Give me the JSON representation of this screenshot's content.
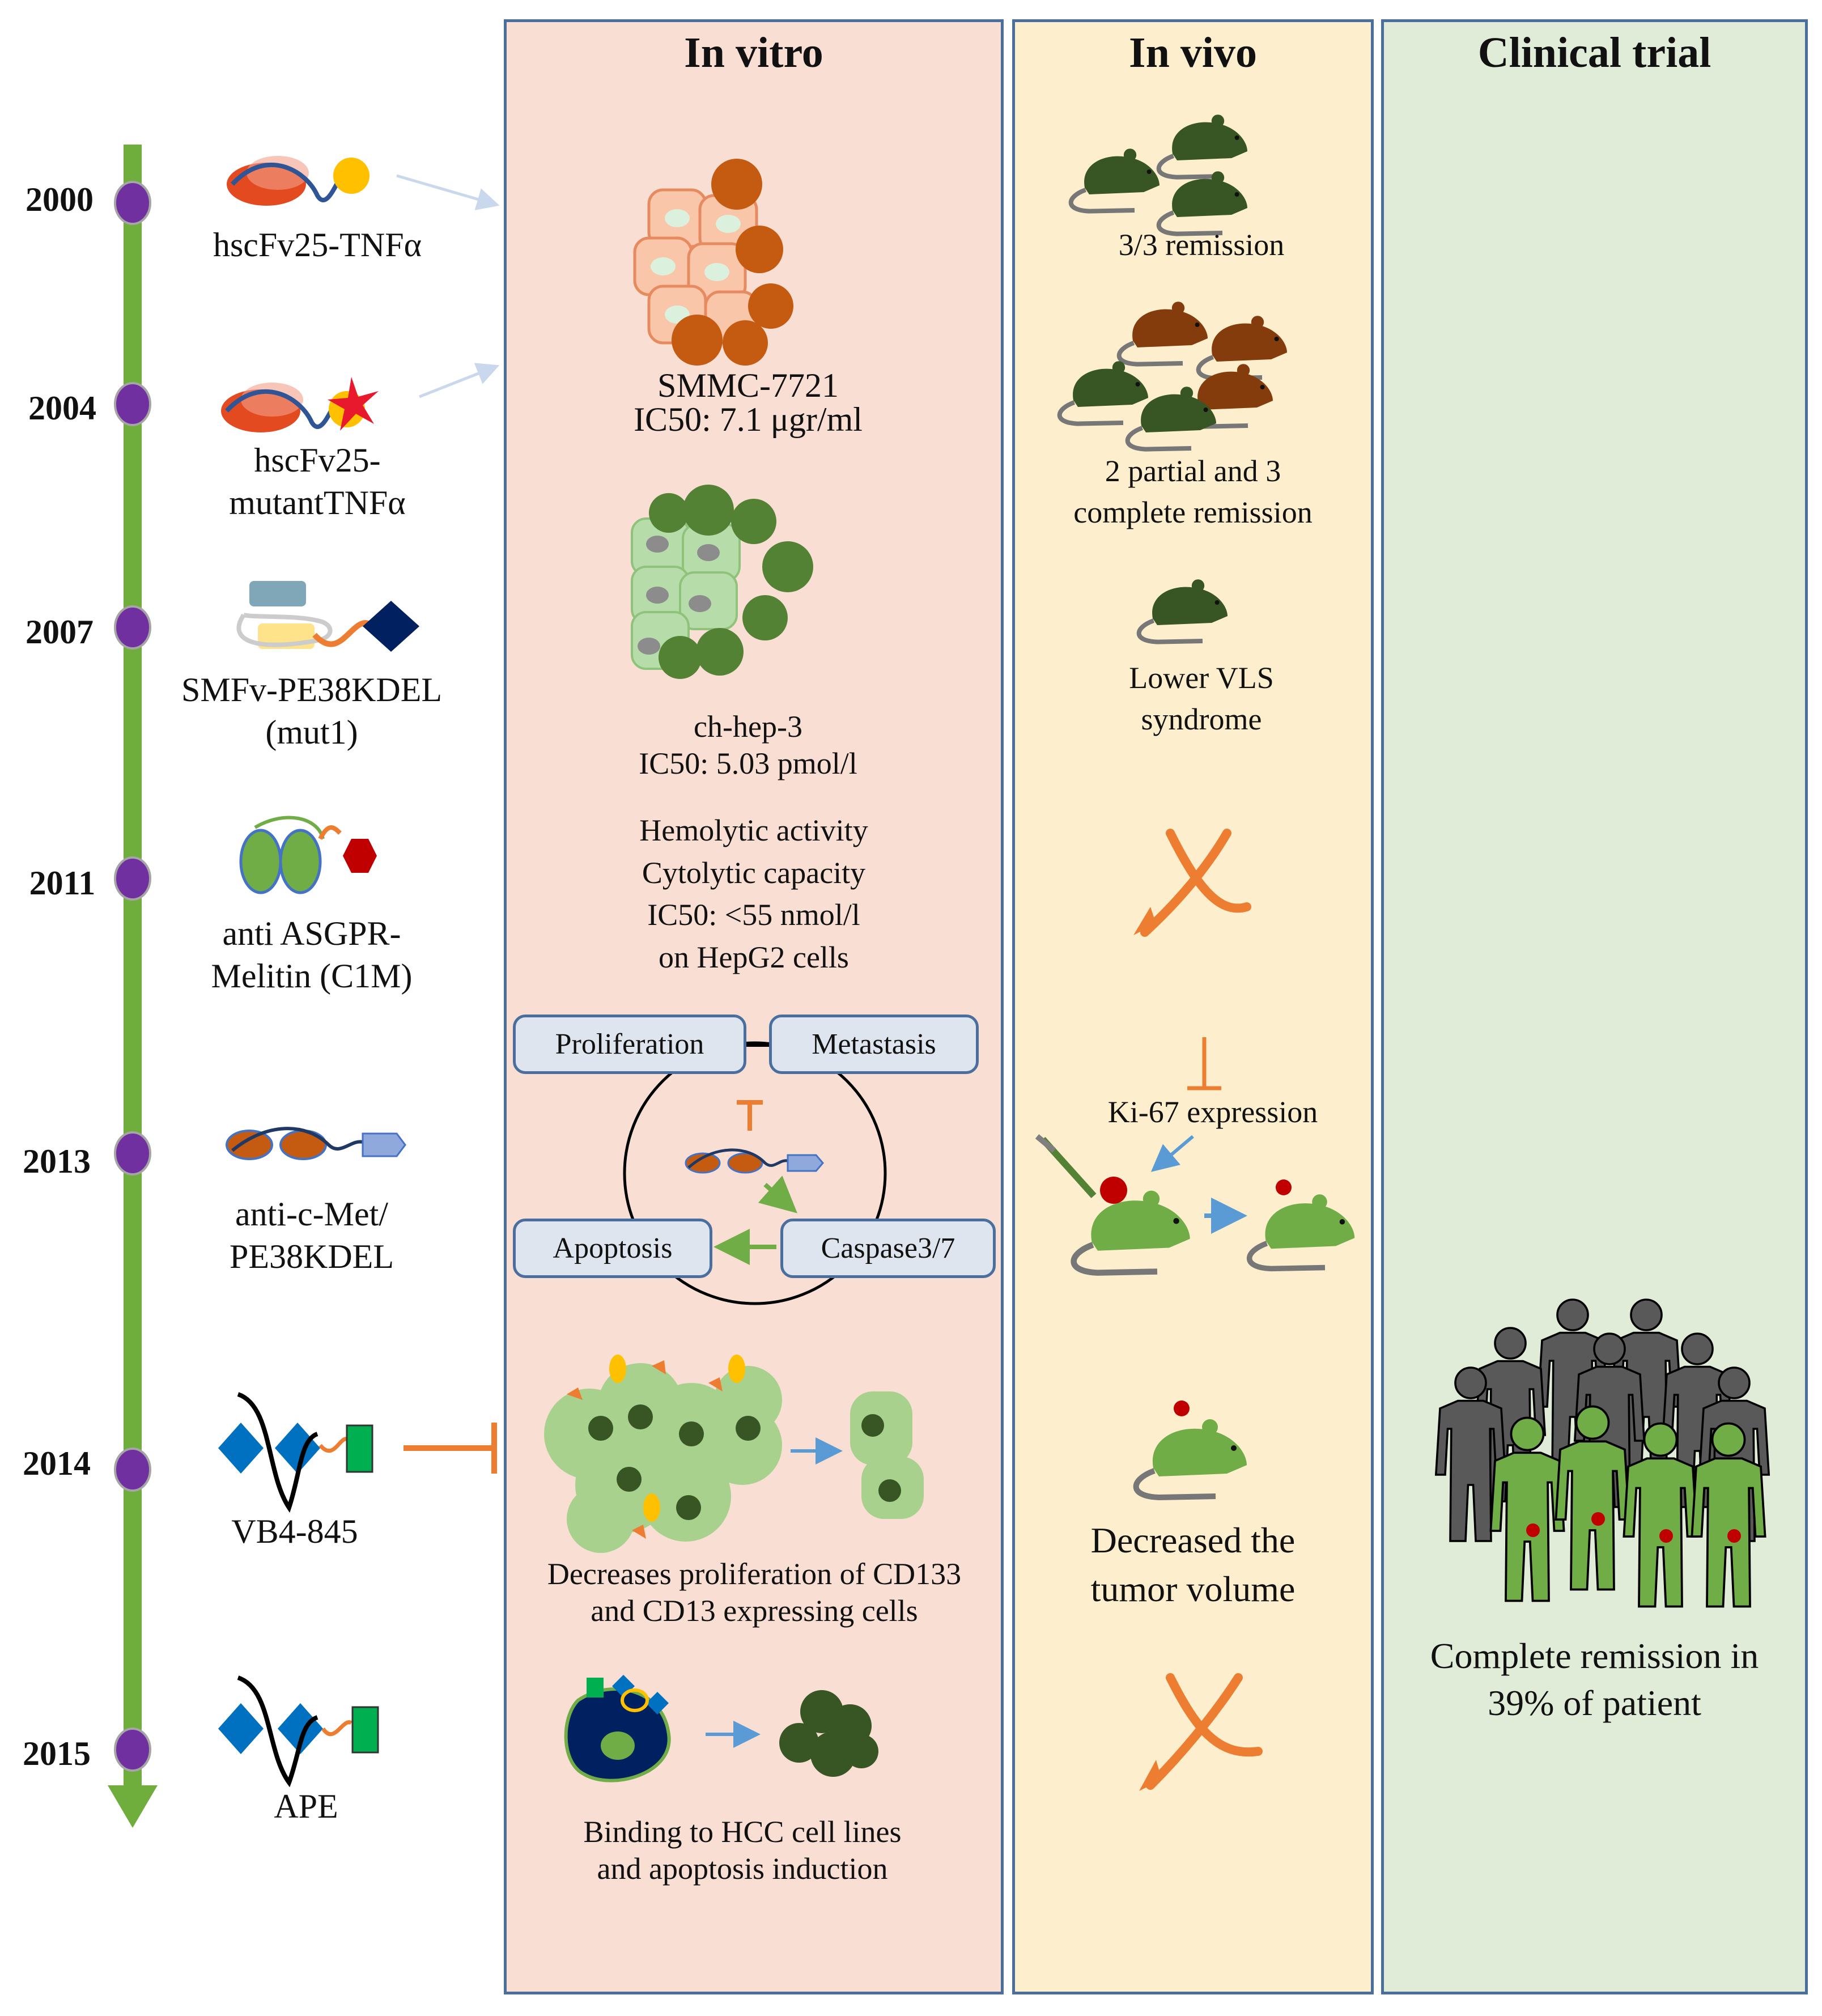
{
  "headers": {
    "in_vitro": "In vitro",
    "in_vivo": "In vivo",
    "clinical": "Clinical trial"
  },
  "timeline": [
    {
      "year": "2000",
      "drug": "hscFv25-TNFα"
    },
    {
      "year": "2004",
      "drug_line1": "hscFv25-",
      "drug_line2": "mutantTNFα"
    },
    {
      "year": "2007",
      "drug_line1": "SMFv-PE38KDEL",
      "drug_line2": "(mut1)"
    },
    {
      "year": "2011",
      "drug_line1": "anti ASGPR-",
      "drug_line2": "Melitin (C1M)"
    },
    {
      "year": "2013",
      "drug_line1": "anti-c-Met/",
      "drug_line2": "PE38KDEL"
    },
    {
      "year": "2014",
      "drug": "VB4-845"
    },
    {
      "year": "2015",
      "drug": "APE"
    }
  ],
  "in_vitro": {
    "smmc": {
      "name": "SMMC-7721",
      "ic50": "IC50: 7.1 μgr/ml"
    },
    "chhep": {
      "name": "ch-hep-3",
      "ic50": "IC50: 5.03 pmol/l"
    },
    "c1m": {
      "l1": "Hemolytic activity",
      "l2": "Cytolytic capacity",
      "l3": "IC50: <55 nmol/l",
      "l4": "on HepG2 cells"
    },
    "cmet": {
      "proliferation": "Proliferation",
      "metastasis": "Metastasis",
      "apoptosis": "Apoptosis",
      "caspase": "Caspase3/7"
    },
    "vb4": {
      "l1": "Decreases proliferation of CD133",
      "l2": "and CD13 expressing cells"
    },
    "ape": {
      "l1": "Binding to HCC cell lines",
      "l2": "and apoptosis induction"
    }
  },
  "in_vivo": {
    "r2000": "3/3 remission",
    "r2004_l1": "2 partial and 3",
    "r2004_l2": "complete remission",
    "r2007_l1": "Lower VLS",
    "r2007_l2": "syndrome",
    "ki67": "Ki-67 expression",
    "r2014_l1": "Decreased the",
    "r2014_l2": "tumor volume"
  },
  "clinical": {
    "l1": "Complete remission in",
    "l2": "39% of patient"
  },
  "colors": {
    "timeline": "#6fae3c",
    "dot": "#7030a0",
    "orange": "#ed7d31",
    "panel_border": "#4a6f9f"
  }
}
